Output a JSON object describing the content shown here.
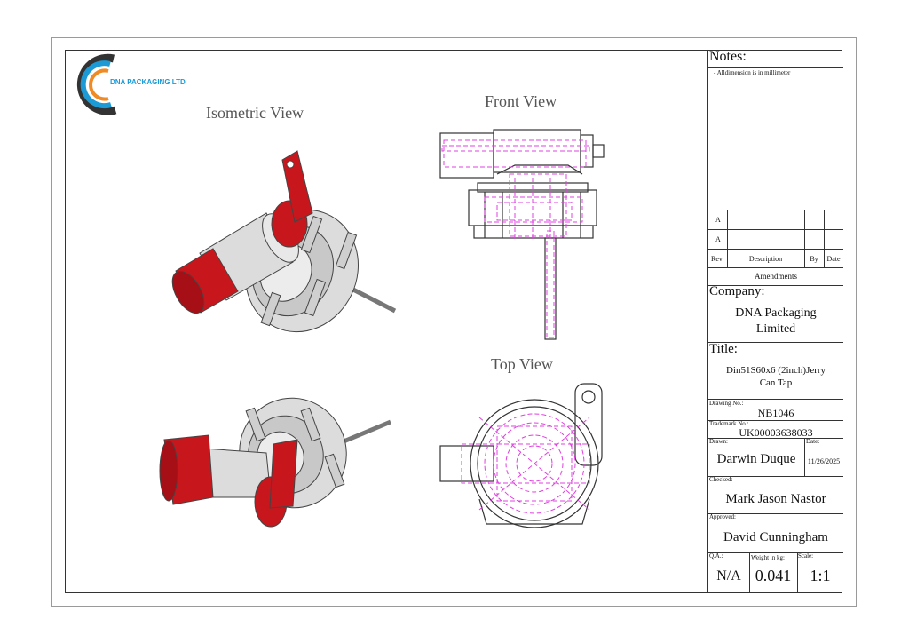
{
  "logo": {
    "text": "DNA PACKAGING LTD"
  },
  "views": {
    "isometric": "Isometric View",
    "front": "Front View",
    "top": "Top View"
  },
  "notes": {
    "heading": "Notes:",
    "item": "-      Alldimension is in millimeter"
  },
  "amendments": {
    "rows": [
      "A",
      "A"
    ],
    "col_rev": "Rev",
    "col_description": "Description",
    "col_by": "By",
    "col_date": "Date",
    "title": "Amendments"
  },
  "company": {
    "label": "Company:",
    "line1": "DNA Packaging",
    "line2": "Limited"
  },
  "title": {
    "label": "Title:",
    "line1": "Din51S60x6 (2inch)Jerry",
    "line2": "Can Tap"
  },
  "drawing_no": {
    "label": "Drawing No.:",
    "value": "NB1046"
  },
  "trademark_no": {
    "label": "Trademark No.:",
    "value": "UK00003638033"
  },
  "drawn": {
    "label": "Drawn:",
    "value": "Darwin Duque",
    "date_label": "Date:",
    "date": "11/26/2025"
  },
  "checked": {
    "label": "Checked:",
    "value": "Mark Jason Nastor"
  },
  "approved": {
    "label": "Approved:",
    "value": "David Cunningham"
  },
  "qa": {
    "label": "Q.A.:",
    "value": "N/A"
  },
  "weight": {
    "label": "Weight in kg:",
    "value": "0.041"
  },
  "scale": {
    "label": "Scale:",
    "value": "1:1"
  },
  "colors": {
    "red": "#c8161d",
    "grey": "#d9d9d9",
    "magenta": "#e040e0",
    "logo_blue": "#1b9ad6",
    "logo_orange": "#f08a24"
  }
}
